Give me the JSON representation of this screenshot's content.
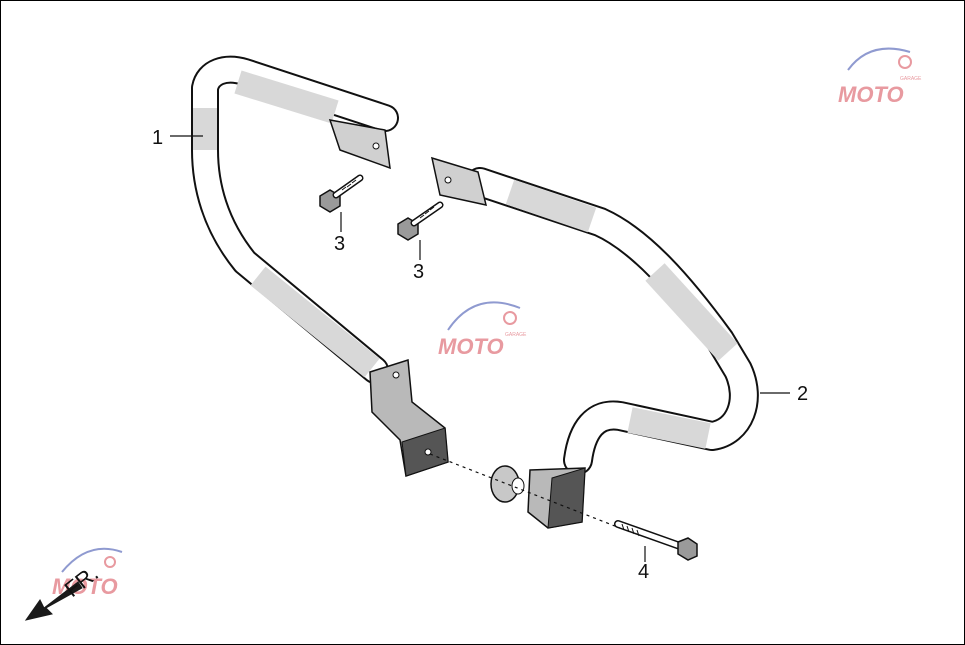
{
  "diagram": {
    "callouts": [
      {
        "id": "1",
        "text": "1"
      },
      {
        "id": "2",
        "text": "2"
      },
      {
        "id": "3a",
        "text": "3"
      },
      {
        "id": "3b",
        "text": "3"
      },
      {
        "id": "4",
        "text": "4"
      }
    ],
    "direction_label": "FR.",
    "watermark": {
      "text": "MOTO",
      "subtext": "GARAGE",
      "color": "#e89aa0",
      "swoosh_color": "#8f9ad0"
    },
    "colors": {
      "line": "#111111",
      "tube_fill": "#ffffff",
      "sleeve_fill": "#d8d8d8",
      "bracket_fill": "#b9b9b9",
      "bracket_dark": "#555555",
      "arrow": "#1a1a1a"
    }
  }
}
